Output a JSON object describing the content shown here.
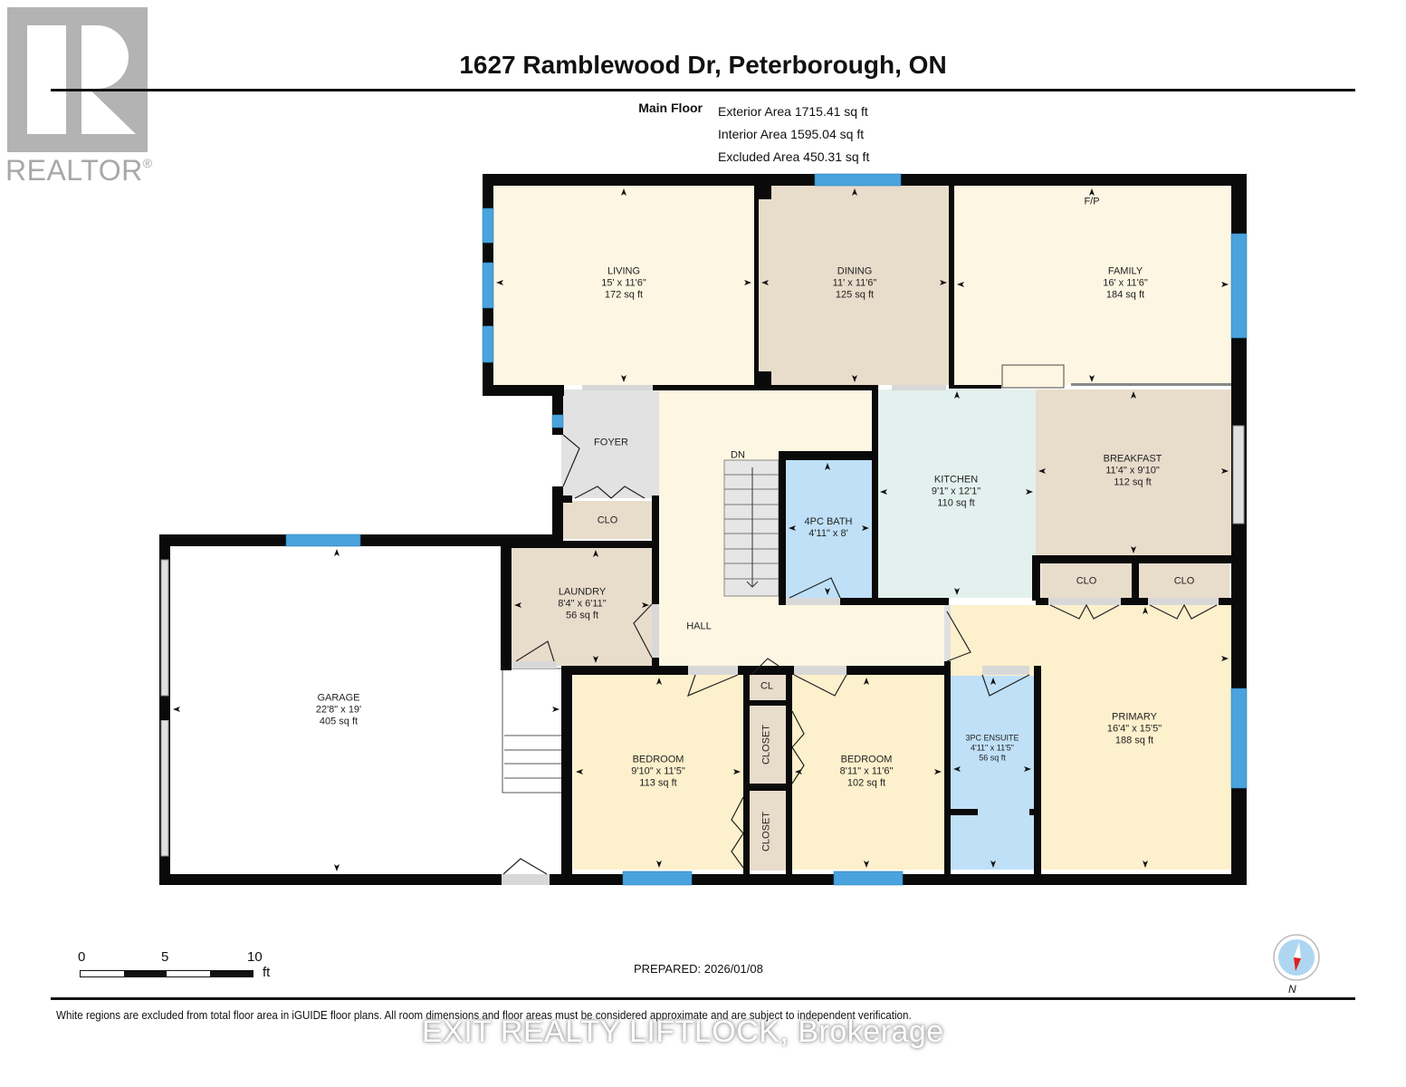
{
  "logo": {
    "icon": "realtor-r-logo",
    "text": "REALTOR",
    "mark": "®"
  },
  "header": {
    "title": "1627 Ramblewood Dr, Peterborough, ON",
    "floor_name": "Main Floor",
    "areas": [
      "Exterior Area 1715.41 sq ft",
      "Interior Area 1595.04 sq ft",
      "Excluded Area 450.31 sq ft"
    ]
  },
  "colors": {
    "wall": "#0a0a0a",
    "window": "#4aa3dd",
    "living": "#fdf6e2",
    "dining": "#e8dccb",
    "family": "#fdf6e2",
    "kitchen": "#e3f1ee",
    "breakfast": "#e8dccb",
    "foyer": "#e2e2e2",
    "closet": "#e8dccb",
    "bath": "#bfe0f7",
    "bedroom": "#fdf0cc",
    "hall": "#fdf6e2",
    "garage": "#ffffff",
    "door_threshold": "#d8d8d8",
    "stairs": "#e6e6e6"
  },
  "rooms": {
    "living": {
      "name": "LIVING",
      "dims": "15' x 11'6\"",
      "area": "172 sq ft"
    },
    "dining": {
      "name": "DINING",
      "dims": "11' x 11'6\"",
      "area": "125 sq ft"
    },
    "family": {
      "name": "FAMILY",
      "dims": "16' x 11'6\"",
      "area": "184 sq ft",
      "note": "F/P"
    },
    "foyer": {
      "name": "FOYER"
    },
    "foyer_clo": {
      "name": "CLO"
    },
    "stairs": {
      "label": "DN"
    },
    "bath4": {
      "name": "4PC BATH",
      "dims": "4'11\" x 8'"
    },
    "kitchen": {
      "name": "KITCHEN",
      "dims": "9'1\" x 12'1\"",
      "area": "110 sq ft"
    },
    "breakfast": {
      "name": "BREAKFAST",
      "dims": "11'4\" x 9'10\"",
      "area": "112 sq ft"
    },
    "clo_left": {
      "name": "CLO"
    },
    "clo_right": {
      "name": "CLO"
    },
    "laundry": {
      "name": "LAUNDRY",
      "dims": "8'4\" x 6'11\"",
      "area": "56 sq ft"
    },
    "hall": {
      "name": "HALL"
    },
    "garage": {
      "name": "GARAGE",
      "dims": "22'8\" x 19'",
      "area": "405 sq ft"
    },
    "bedroom1": {
      "name": "BEDROOM",
      "dims": "9'10\" x 11'5\"",
      "area": "113 sq ft"
    },
    "cl": {
      "name": "CL"
    },
    "closet1": {
      "name": "CLOSET"
    },
    "closet2": {
      "name": "CLOSET"
    },
    "bedroom2": {
      "name": "BEDROOM",
      "dims": "8'11\" x 11'6\"",
      "area": "102 sq ft"
    },
    "ensuite": {
      "name": "3PC ENSUITE",
      "dims": "4'11\" x 11'5\"",
      "area": "56 sq ft"
    },
    "primary": {
      "name": "PRIMARY",
      "dims": "16'4\" x 15'5\"",
      "area": "188 sq ft"
    }
  },
  "scale": {
    "ticks": [
      "0",
      "5",
      "10"
    ],
    "unit": "ft"
  },
  "footer": {
    "prepared": "PREPARED: 2026/01/08",
    "disclaimer": "White regions are excluded from total floor area in iGUIDE floor plans. All room dimensions and floor areas must be considered approximate and are subject to independent verification.",
    "watermark": "EXIT REALTY LIFTLOCK, Brokerage",
    "compass_label": "N"
  }
}
